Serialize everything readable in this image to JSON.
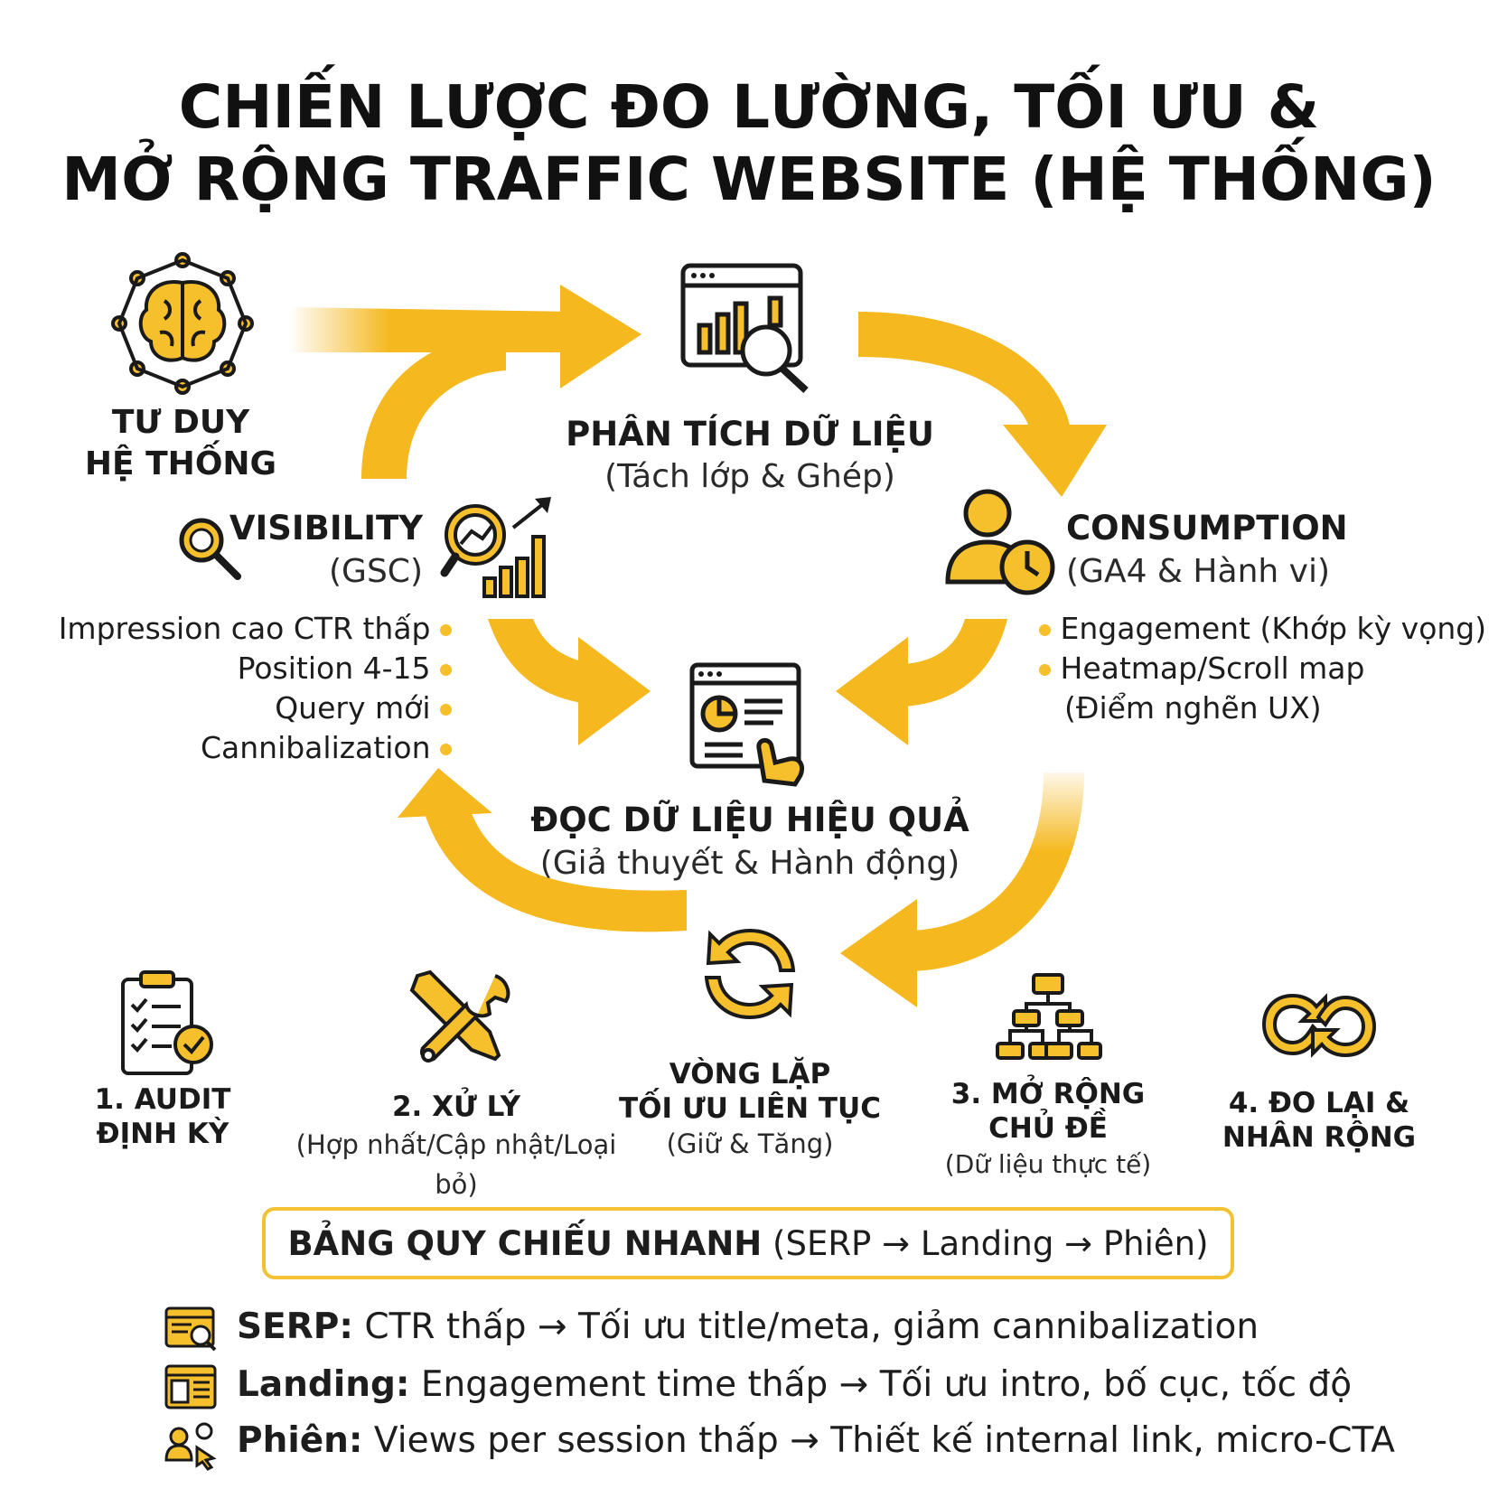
{
  "title": {
    "line1": "CHIẾN LƯỢC ĐO LƯỜNG, TỐI ƯU &",
    "line2": "MỞ RỘNG TRAFFIC WEBSITE (HỆ THỐNG)"
  },
  "colors": {
    "accent": "#F5B81E",
    "accent_dark": "#E8A412",
    "text": "#1A1A1A",
    "icon_fill": "#F5C02C"
  },
  "nodes": {
    "systems_thinking": {
      "line1": "TƯ DUY",
      "line2": "HỆ THỐNG",
      "icon": "brain-network-icon"
    },
    "data_analysis": {
      "heading": "PHÂN TÍCH DỮ LIỆU",
      "sub": "(Tách lớp & Ghép)",
      "icon": "dashboard-magnifier-icon"
    },
    "visibility": {
      "heading": "VISIBILITY",
      "sub": "(GSC)",
      "icon": "magnifier-growth-chart-icon",
      "bullets": [
        "Impression cao CTR thấp",
        "Position 4-15",
        "Query mới",
        "Cannibalization"
      ]
    },
    "consumption": {
      "heading": "CONSUMPTION",
      "sub": "(GA4 & Hành vi)",
      "icon": "user-clock-icon",
      "bullets": [
        "Engagement (Khớp kỳ vọng)",
        "Heatmap/Scroll map",
        "(Điểm nghẽn UX)"
      ]
    },
    "read_data": {
      "heading": "ĐỌC DỮ LIỆU HIỆU QUẢ",
      "sub": "(Giả thuyết & Hành động)",
      "icon": "browser-pie-chart-click-icon"
    }
  },
  "steps": {
    "audit": {
      "line1": "1. AUDIT",
      "line2": "ĐỊNH KỲ",
      "icon": "clipboard-checklist-icon"
    },
    "process": {
      "heading": "2. XỬ LÝ",
      "sub": "(Hợp nhất/Cập nhật/Loại bỏ)",
      "icon": "wrench-screwdriver-icon"
    },
    "loop": {
      "line1": "VÒNG LẶP",
      "line2": "TỐI ƯU LIÊN TỤC",
      "sub": "(Giữ & Tăng)",
      "icon": "refresh-cycle-icon"
    },
    "expand": {
      "line1": "3. MỞ RỘNG",
      "line2": "CHỦ ĐỀ",
      "sub": "(Dữ liệu thực tế)",
      "icon": "hierarchy-icon"
    },
    "remeasure": {
      "line1": "4. ĐO LẠI &",
      "line2": "NHÂN RỘNG",
      "icon": "infinity-loop-icon"
    }
  },
  "reference": {
    "title_bold": "BẢNG QUY CHIẾU NHANH",
    "title_rest": " (SERP → Landing → Phiên)",
    "rows": [
      {
        "label": "SERP:",
        "text": " CTR thấp → Tối ưu title/meta, giảm cannibalization",
        "icon": "serp-search-icon"
      },
      {
        "label": "Landing:",
        "text": " Engagement time thấp → Tối ưu intro, bố cục, tốc độ",
        "icon": "landing-page-icon"
      },
      {
        "label": "Phiên:",
        "text": " Views per session thấp → Thiết kế internal link, micro-CTA",
        "icon": "session-users-icon"
      }
    ]
  }
}
